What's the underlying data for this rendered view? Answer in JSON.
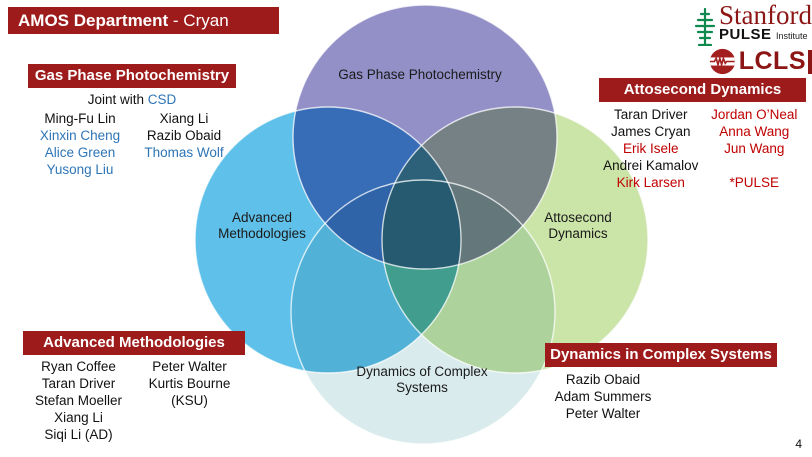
{
  "slide": {
    "title": {
      "department": "AMOS Department",
      "suffix": " - Cryan"
    },
    "page_number": "4"
  },
  "logos": {
    "stanford": "Stanford",
    "pulse": "PULSE",
    "institute": "Institute",
    "lcls": "LCLS"
  },
  "colors": {
    "header_red": "#9e1b1b",
    "cardinal_red": "#8c1515",
    "name_blue": "#2e75b6",
    "name_red": "#c00000",
    "tree_green": "#0f8a4e"
  },
  "venn": {
    "circles": [
      {
        "id": "gas-phase",
        "label": "Gas Phase Photochemistry",
        "color": "#9390c8"
      },
      {
        "id": "advanced-methodologies",
        "label": "Advanced\nMethodologies",
        "color": "#5fc0e9"
      },
      {
        "id": "attosecond-dynamics",
        "label": "Attosecond\nDynamics",
        "color": "#cbe4a8"
      },
      {
        "id": "complex-systems",
        "label": "Dynamics of Complex\nSystems",
        "color": "#d9ebec"
      }
    ]
  },
  "groups": {
    "gas_phase": {
      "header": "Gas Phase Photochemistry",
      "note": {
        "prefix": "Joint with ",
        "highlight": "CSD"
      },
      "col1": [
        {
          "t": "Ming-Fu Lin",
          "c": ""
        },
        {
          "t": "Xinxin Cheng",
          "c": "blue"
        },
        {
          "t": "Alice Green",
          "c": "blue"
        },
        {
          "t": "Yusong Liu",
          "c": "blue"
        }
      ],
      "col2": [
        {
          "t": "Xiang Li",
          "c": ""
        },
        {
          "t": "Razib Obaid",
          "c": ""
        },
        {
          "t": "Thomas Wolf",
          "c": "blue"
        }
      ]
    },
    "attosecond": {
      "header": "Attosecond Dynamics",
      "col1": [
        {
          "t": "Taran Driver",
          "c": ""
        },
        {
          "t": "James Cryan",
          "c": ""
        },
        {
          "t": "Erik Isele",
          "c": "red"
        },
        {
          "t": "Andrei Kamalov",
          "c": ""
        },
        {
          "t": "Kirk Larsen",
          "c": "red"
        }
      ],
      "col2": [
        {
          "t": "Jordan O’Neal",
          "c": "red"
        },
        {
          "t": "Anna Wang",
          "c": "red"
        },
        {
          "t": "Jun Wang",
          "c": "red"
        },
        {
          "t": "",
          "c": ""
        },
        {
          "t": "*PULSE",
          "c": "red"
        }
      ]
    },
    "advanced": {
      "header": "Advanced Methodologies",
      "col1": [
        {
          "t": "Ryan Coffee",
          "c": ""
        },
        {
          "t": "Taran Driver",
          "c": ""
        },
        {
          "t": "Stefan Moeller",
          "c": ""
        },
        {
          "t": "Xiang Li",
          "c": ""
        },
        {
          "t": "Siqi Li (AD)",
          "c": ""
        }
      ],
      "col2": [
        {
          "t": "Peter Walter",
          "c": ""
        },
        {
          "t": "Kurtis Bourne (KSU)",
          "c": ""
        }
      ]
    },
    "complex": {
      "header": "Dynamics in Complex Systems",
      "col1": [
        {
          "t": "Razib Obaid",
          "c": ""
        },
        {
          "t": "Adam Summers",
          "c": ""
        },
        {
          "t": "Peter Walter",
          "c": ""
        }
      ],
      "col2": []
    }
  }
}
